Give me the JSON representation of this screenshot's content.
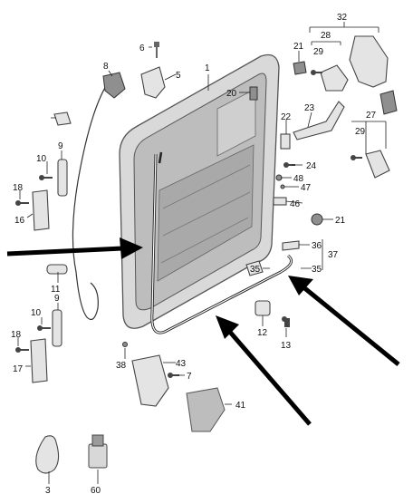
{
  "diagram": {
    "part_labels": {
      "p1": "1",
      "p3": "3",
      "p5": "5",
      "p6": "6",
      "p7": "7",
      "p8": "8",
      "p9a": "9",
      "p9b": "9",
      "p10a": "10",
      "p10b": "10",
      "p11": "11",
      "p12": "12",
      "p13": "13",
      "p16": "16",
      "p17": "17",
      "p18a": "18",
      "p18b": "18",
      "p20": "20",
      "p21a": "21",
      "p21b": "21",
      "p22": "22",
      "p23": "23",
      "p24": "24",
      "p27": "27",
      "p28": "28",
      "p29a": "29",
      "p29b": "29",
      "p32": "32",
      "p35a": "35",
      "p35b": "35",
      "p36": "36",
      "p37": "37",
      "p38": "38",
      "p41": "41",
      "p43": "43",
      "p46": "46",
      "p47": "47",
      "p48": "48",
      "p60": "60"
    }
  }
}
